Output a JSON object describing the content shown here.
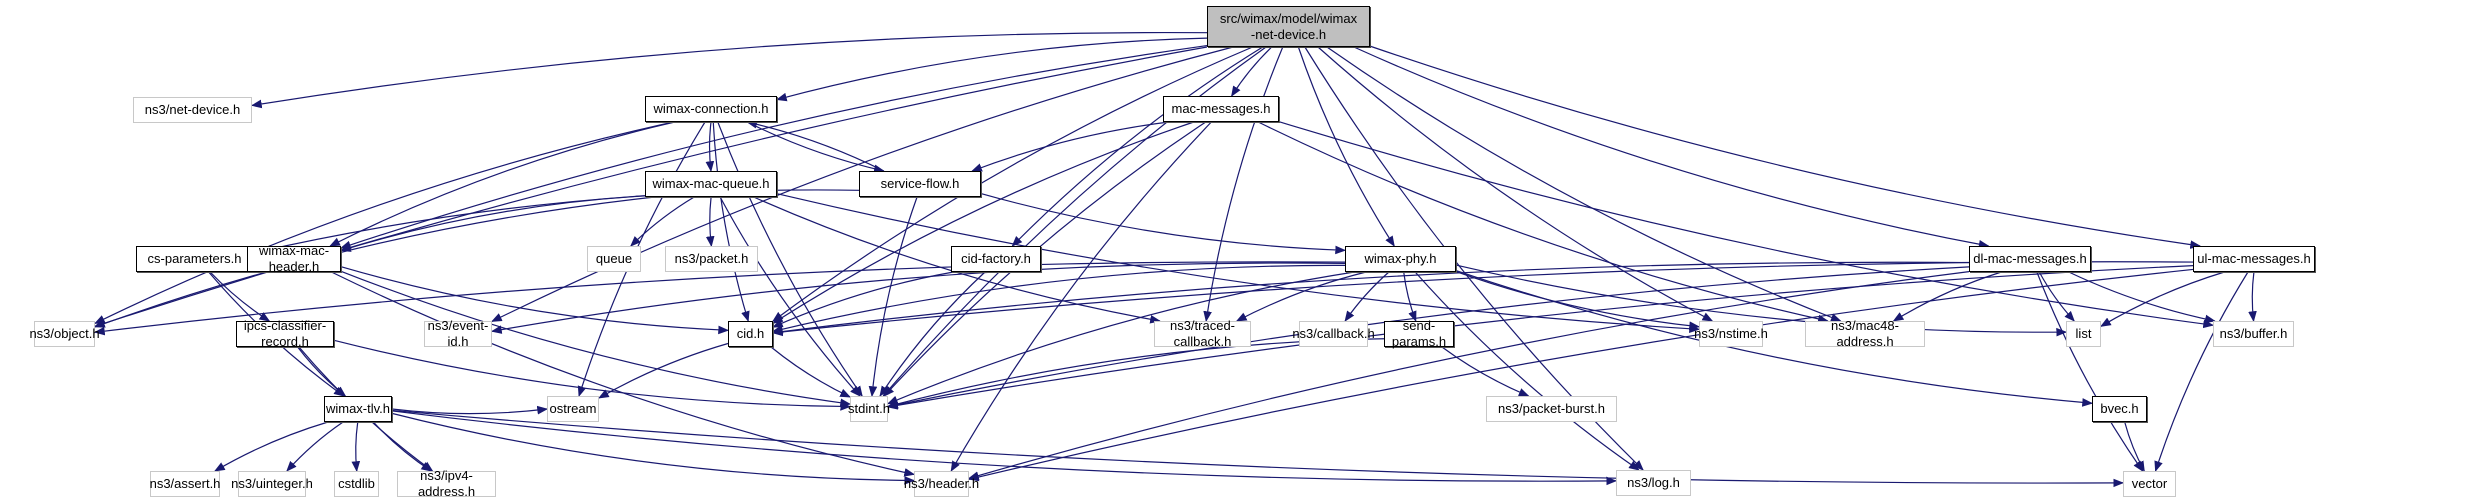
{
  "diagram": {
    "title": "src/wimax/model/wimax-net-device.h",
    "edge_color": "#191970",
    "root_fill": "#bfbfbf",
    "external_border": "#c8c8c8",
    "nodes": [
      {
        "id": "root",
        "label": "src/wimax/model/wimax\n-net-device.h",
        "kind": "root"
      },
      {
        "id": "net-device",
        "label": "ns3/net-device.h",
        "kind": "external"
      },
      {
        "id": "wimax-connection",
        "label": "wimax-connection.h",
        "kind": "internal"
      },
      {
        "id": "mac-messages",
        "label": "mac-messages.h",
        "kind": "internal"
      },
      {
        "id": "dl-mac-messages",
        "label": "dl-mac-messages.h",
        "kind": "internal"
      },
      {
        "id": "ul-mac-messages",
        "label": "ul-mac-messages.h",
        "kind": "internal"
      },
      {
        "id": "wimax-mac-queue",
        "label": "wimax-mac-queue.h",
        "kind": "internal"
      },
      {
        "id": "service-flow",
        "label": "service-flow.h",
        "kind": "internal"
      },
      {
        "id": "cs-parameters",
        "label": "cs-parameters.h",
        "kind": "internal"
      },
      {
        "id": "wimax-mac-header",
        "label": "wimax-mac-header.h",
        "kind": "internal"
      },
      {
        "id": "queue",
        "label": "queue",
        "kind": "external"
      },
      {
        "id": "packet",
        "label": "ns3/packet.h",
        "kind": "external"
      },
      {
        "id": "cid-factory",
        "label": "cid-factory.h",
        "kind": "internal"
      },
      {
        "id": "wimax-phy",
        "label": "wimax-phy.h",
        "kind": "internal"
      },
      {
        "id": "object",
        "label": "ns3/object.h",
        "kind": "external"
      },
      {
        "id": "ipcs-classifier-record",
        "label": "ipcs-classifier-record.h",
        "kind": "internal"
      },
      {
        "id": "event-id",
        "label": "ns3/event-id.h",
        "kind": "external"
      },
      {
        "id": "cid",
        "label": "cid.h",
        "kind": "internal"
      },
      {
        "id": "traced-callback",
        "label": "ns3/traced-callback.h",
        "kind": "external"
      },
      {
        "id": "callback",
        "label": "ns3/callback.h",
        "kind": "external"
      },
      {
        "id": "send-params",
        "label": "send-params.h",
        "kind": "internal"
      },
      {
        "id": "nstime",
        "label": "ns3/nstime.h",
        "kind": "external"
      },
      {
        "id": "mac48-address",
        "label": "ns3/mac48-address.h",
        "kind": "external"
      },
      {
        "id": "list",
        "label": "list",
        "kind": "external"
      },
      {
        "id": "buffer",
        "label": "ns3/buffer.h",
        "kind": "external"
      },
      {
        "id": "wimax-tlv",
        "label": "wimax-tlv.h",
        "kind": "internal"
      },
      {
        "id": "ostream",
        "label": "ostream",
        "kind": "external"
      },
      {
        "id": "stdint",
        "label": "stdint.h",
        "kind": "external"
      },
      {
        "id": "packet-burst",
        "label": "ns3/packet-burst.h",
        "kind": "external"
      },
      {
        "id": "bvec",
        "label": "bvec.h",
        "kind": "internal"
      },
      {
        "id": "assert",
        "label": "ns3/assert.h",
        "kind": "external"
      },
      {
        "id": "uinteger",
        "label": "ns3/uinteger.h",
        "kind": "external"
      },
      {
        "id": "cstdlib",
        "label": "cstdlib",
        "kind": "external"
      },
      {
        "id": "ipv4-address",
        "label": "ns3/ipv4-address.h",
        "kind": "external"
      },
      {
        "id": "header",
        "label": "ns3/header.h",
        "kind": "external"
      },
      {
        "id": "log",
        "label": "ns3/log.h",
        "kind": "external"
      },
      {
        "id": "vector",
        "label": "vector",
        "kind": "external"
      }
    ],
    "edges": [
      [
        "root",
        "net-device"
      ],
      [
        "root",
        "wimax-connection"
      ],
      [
        "root",
        "mac-messages"
      ],
      [
        "root",
        "dl-mac-messages"
      ],
      [
        "root",
        "ul-mac-messages"
      ],
      [
        "root",
        "wimax-mac-header"
      ],
      [
        "root",
        "cid-factory"
      ],
      [
        "root",
        "wimax-phy"
      ],
      [
        "root",
        "event-id"
      ],
      [
        "root",
        "cid"
      ],
      [
        "root",
        "traced-callback"
      ],
      [
        "root",
        "nstime"
      ],
      [
        "root",
        "mac48-address"
      ],
      [
        "root",
        "log"
      ],
      [
        "root",
        "object"
      ],
      [
        "root",
        "stdint"
      ],
      [
        "wimax-connection",
        "wimax-mac-queue"
      ],
      [
        "wimax-connection",
        "service-flow"
      ],
      [
        "wimax-connection",
        "wimax-mac-header"
      ],
      [
        "wimax-connection",
        "cid"
      ],
      [
        "wimax-connection",
        "object"
      ],
      [
        "wimax-connection",
        "ostream"
      ],
      [
        "wimax-connection",
        "stdint"
      ],
      [
        "service-flow",
        "wimax-connection"
      ],
      [
        "service-flow",
        "cs-parameters"
      ],
      [
        "service-flow",
        "wimax-phy"
      ],
      [
        "service-flow",
        "stdint"
      ],
      [
        "mac-messages",
        "service-flow"
      ],
      [
        "mac-messages",
        "cid"
      ],
      [
        "mac-messages",
        "stdint"
      ],
      [
        "mac-messages",
        "header"
      ],
      [
        "mac-messages",
        "mac48-address"
      ],
      [
        "mac-messages",
        "buffer"
      ],
      [
        "wimax-mac-queue",
        "wimax-mac-header"
      ],
      [
        "wimax-mac-queue",
        "queue"
      ],
      [
        "wimax-mac-queue",
        "packet"
      ],
      [
        "wimax-mac-queue",
        "stdint"
      ],
      [
        "wimax-mac-queue",
        "traced-callback"
      ],
      [
        "wimax-mac-queue",
        "nstime"
      ],
      [
        "wimax-mac-queue",
        "object"
      ],
      [
        "wimax-mac-header",
        "cid"
      ],
      [
        "wimax-mac-header",
        "header"
      ],
      [
        "wimax-mac-header",
        "stdint"
      ],
      [
        "cs-parameters",
        "ipcs-classifier-record"
      ],
      [
        "cs-parameters",
        "wimax-tlv"
      ],
      [
        "ipcs-classifier-record",
        "wimax-tlv"
      ],
      [
        "ipcs-classifier-record",
        "ipv4-address"
      ],
      [
        "ipcs-classifier-record",
        "stdint"
      ],
      [
        "cid-factory",
        "cid"
      ],
      [
        "cid-factory",
        "stdint"
      ],
      [
        "wimax-phy",
        "cid"
      ],
      [
        "wimax-phy",
        "object"
      ],
      [
        "wimax-phy",
        "traced-callback"
      ],
      [
        "wimax-phy",
        "callback"
      ],
      [
        "wimax-phy",
        "send-params"
      ],
      [
        "wimax-phy",
        "nstime"
      ],
      [
        "wimax-phy",
        "list"
      ],
      [
        "wimax-phy",
        "stdint"
      ],
      [
        "wimax-phy",
        "log"
      ],
      [
        "wimax-phy",
        "bvec"
      ],
      [
        "wimax-phy",
        "event-id"
      ],
      [
        "cid",
        "ostream"
      ],
      [
        "cid",
        "stdint"
      ],
      [
        "send-params",
        "packet-burst"
      ],
      [
        "send-params",
        "stdint"
      ],
      [
        "dl-mac-messages",
        "cid"
      ],
      [
        "dl-mac-messages",
        "mac48-address"
      ],
      [
        "dl-mac-messages",
        "list"
      ],
      [
        "dl-mac-messages",
        "buffer"
      ],
      [
        "dl-mac-messages",
        "stdint"
      ],
      [
        "dl-mac-messages",
        "vector"
      ],
      [
        "dl-mac-messages",
        "header"
      ],
      [
        "ul-mac-messages",
        "cid"
      ],
      [
        "ul-mac-messages",
        "list"
      ],
      [
        "ul-mac-messages",
        "buffer"
      ],
      [
        "ul-mac-messages",
        "stdint"
      ],
      [
        "ul-mac-messages",
        "vector"
      ],
      [
        "ul-mac-messages",
        "header"
      ],
      [
        "wimax-tlv",
        "assert"
      ],
      [
        "wimax-tlv",
        "uinteger"
      ],
      [
        "wimax-tlv",
        "cstdlib"
      ],
      [
        "wimax-tlv",
        "ipv4-address"
      ],
      [
        "wimax-tlv",
        "ostream"
      ],
      [
        "wimax-tlv",
        "header"
      ],
      [
        "wimax-tlv",
        "log"
      ],
      [
        "wimax-tlv",
        "vector"
      ],
      [
        "bvec",
        "vector"
      ]
    ]
  }
}
